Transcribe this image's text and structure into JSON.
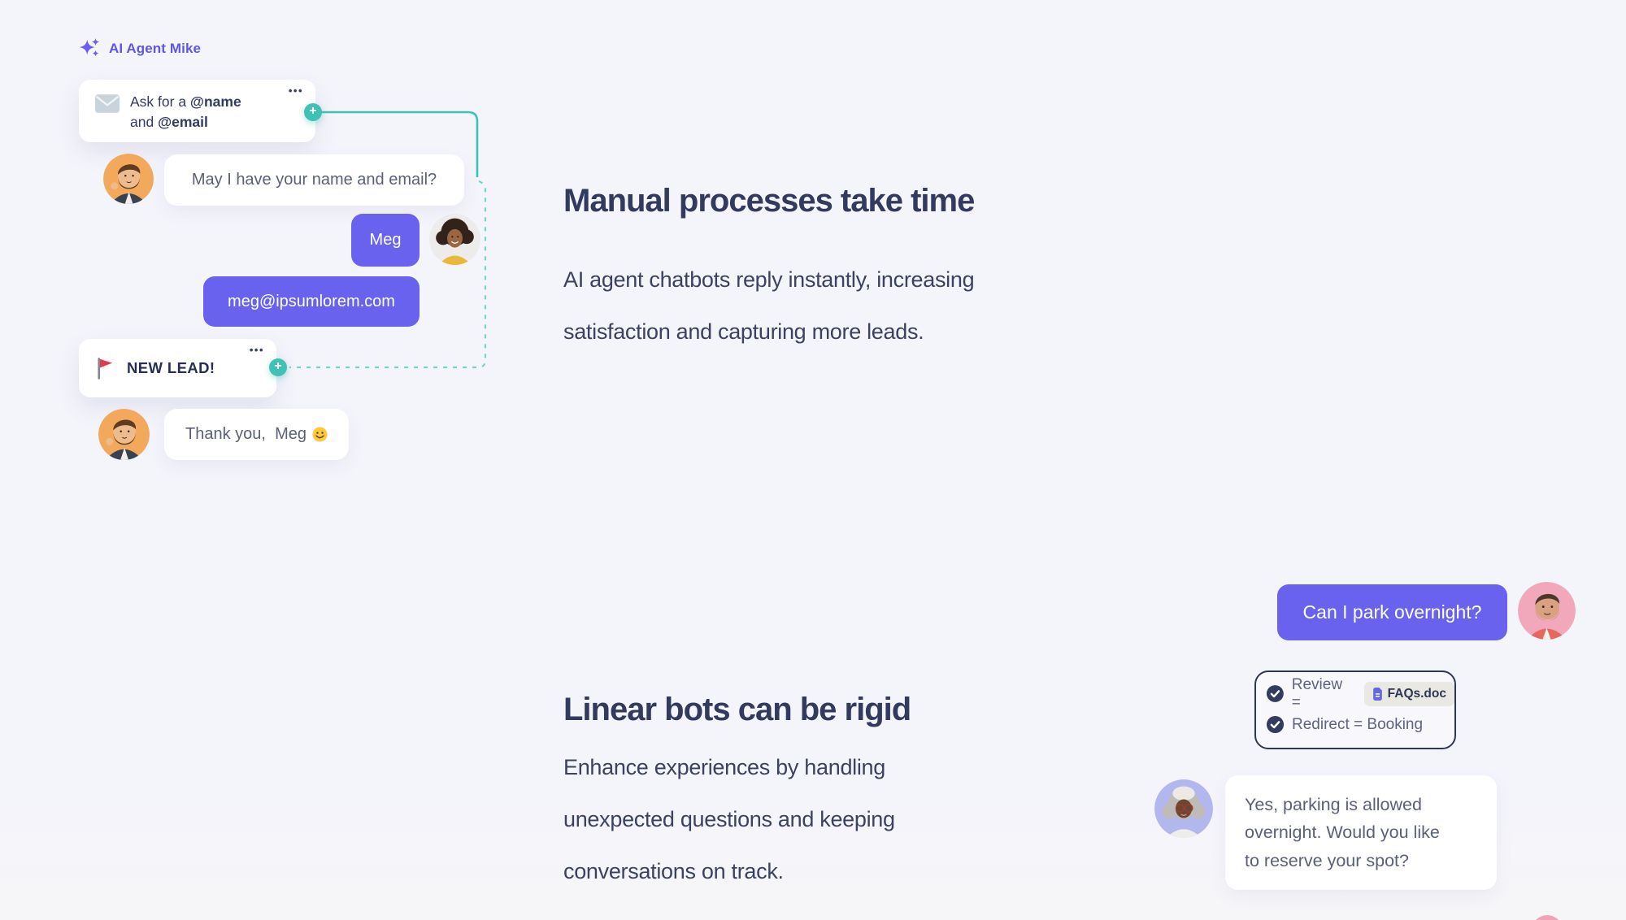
{
  "page": {
    "background": "#F4F4FB"
  },
  "colors": {
    "accent_purple": "#6862EE",
    "brand_purple": "#5E55EA",
    "teal_connector": "#3FC1B3",
    "teal_dashed": "#74D4C8",
    "heading_navy": "#323A5E",
    "body_text": "#3A4260",
    "bubble_text": "#5A6078",
    "flag_red": "#E6394E",
    "avatar_orange_bg": "#F3A95C",
    "avatar_pink_bg": "#F2A8BB",
    "avatar_periwinkle_bg": "#B2B7EE",
    "tag_bg": "#EAE8E2"
  },
  "glyphs": {
    "ellipsis": "•••",
    "plus": "+"
  },
  "agent_flow": {
    "logo_label": "AI Agent Mike",
    "ask_card": {
      "p1": "Ask for a ",
      "b1": "@name",
      "p2": "and ",
      "b2": "@email"
    },
    "messages": [
      {
        "from": "agent",
        "text": "May I have your name and email?"
      },
      {
        "from": "user",
        "text": "Meg"
      },
      {
        "from": "user",
        "text": "meg@ipsumlorem.com"
      },
      {
        "from": "agent",
        "text": "Thank you,  Meg"
      }
    ],
    "new_lead_label": "NEW LEAD!"
  },
  "sections": {
    "manual": {
      "title": "Manual processes take time",
      "body_lines": [
        "AI agent chatbots reply instantly, increasing",
        "satisfaction and capturing more leads."
      ]
    },
    "linear": {
      "title": "Linear bots can be rigid",
      "body_lines": [
        "Enhance experiences by handling",
        "unexpected questions and keeping",
        "conversations on track."
      ]
    }
  },
  "faq_flow": {
    "question": "Can I park overnight?",
    "logic_card": {
      "rows": [
        {
          "label": "Review =",
          "tag": "FAQs.doc"
        },
        {
          "label": "Redirect = Booking",
          "tag": ""
        }
      ]
    },
    "answer_lines": [
      "Yes, parking is allowed",
      "overnight. Would you like",
      "to reserve your spot?"
    ]
  }
}
